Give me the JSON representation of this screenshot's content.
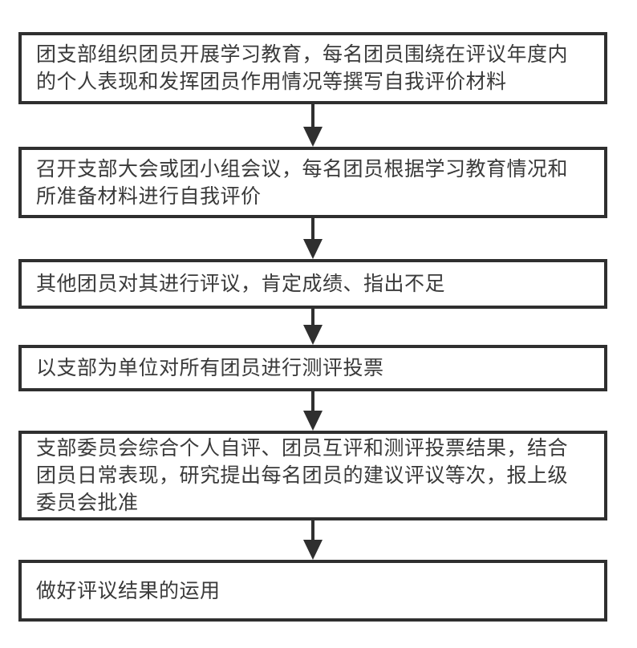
{
  "diagram": {
    "type": "flowchart",
    "direction": "top-down",
    "colors": {
      "background": "#ffffff",
      "box_border": "#2f2f2f",
      "text": "#3a3a3a",
      "arrow": "#2f2f2f"
    },
    "connector": {
      "icon": "down-arrow-icon",
      "count": 5
    },
    "steps": [
      {
        "index": 1,
        "text": "团支部组织团员开展学习教育，每名团员围绕在评议年度内\n的个人表现和发挥团员作用情况等撰写自我评价材料"
      },
      {
        "index": 2,
        "text": "召开支部大会或团小组会议，每名团员根据学习教育情况和\n所准备材料进行自我评价"
      },
      {
        "index": 3,
        "text": "其他团员对其进行评议，肯定成绩、指出不足"
      },
      {
        "index": 4,
        "text": "以支部为单位对所有团员进行测评投票"
      },
      {
        "index": 5,
        "text": "支部委员会综合个人自评、团员互评和测评投票结果，结合\n团员日常表现，研究提出每名团员的建议评议等次，报上级\n委员会批准"
      },
      {
        "index": 6,
        "text": "做好评议结果的运用"
      }
    ]
  }
}
